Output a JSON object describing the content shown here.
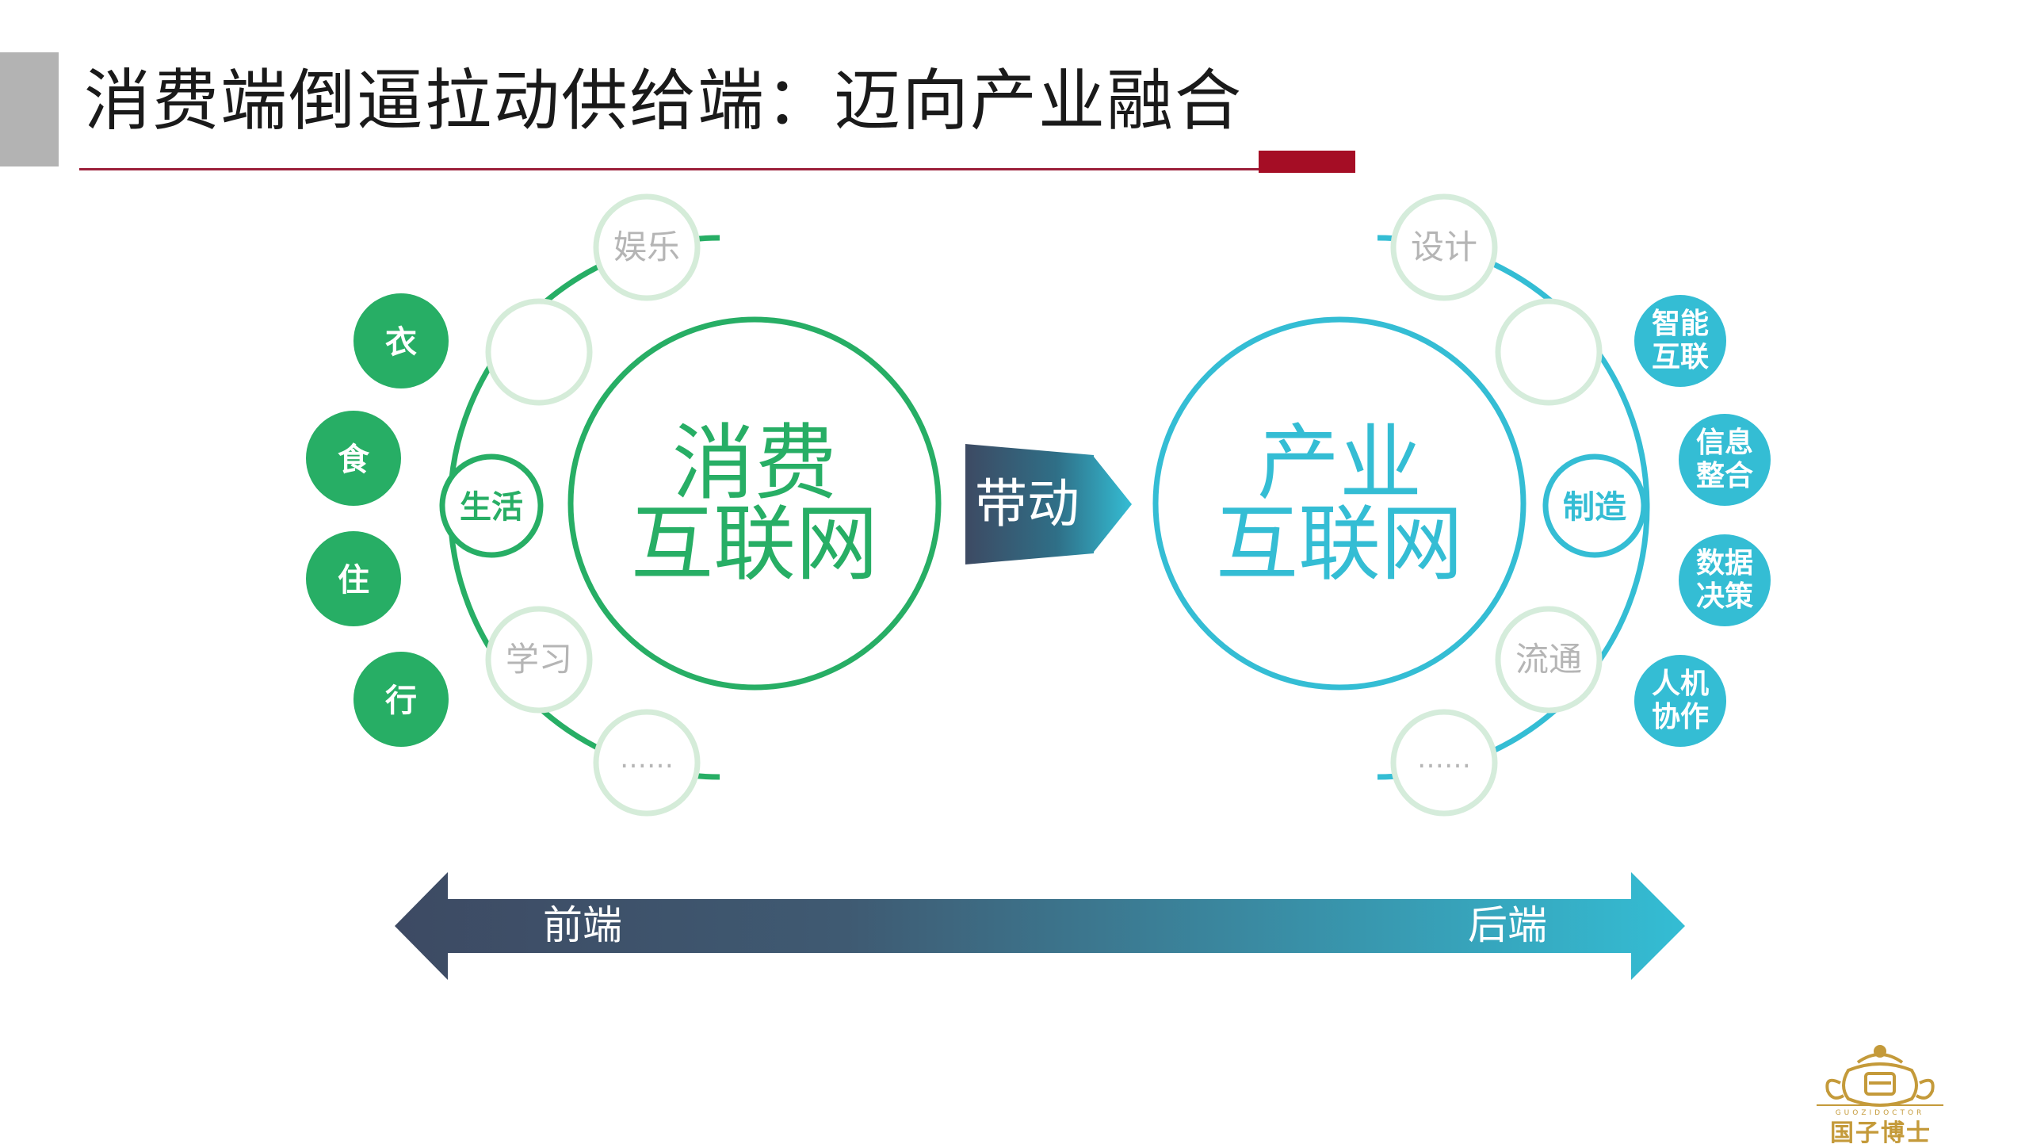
{
  "title": "消费端倒逼拉动供给端：迈向产业融合",
  "colors": {
    "green": "#27ae65",
    "green_light": "#d5ecd9",
    "teal": "#34bdd4",
    "teal_light": "#d5ecdb",
    "navy": "#3d4a63",
    "accent_red": "#a50d25",
    "title_bar_gray": "#b3b3b3"
  },
  "consumer": {
    "main_line1": "消费",
    "main_line2": "互联网",
    "node_main": "生活",
    "node_top": "娱乐",
    "node_mid_top": "",
    "node_mid_bottom": "学习",
    "node_bottom": "……",
    "basics": [
      "衣",
      "食",
      "住",
      "行"
    ]
  },
  "drive_label": "带动",
  "industry": {
    "main_line1": "产业",
    "main_line2": "互联网",
    "node_main": "制造",
    "node_top": "设计",
    "node_mid_top": "",
    "node_mid_bottom": "流通",
    "node_bottom": "……",
    "capabilities": [
      {
        "line1": "智能",
        "line2": "互联"
      },
      {
        "line1": "信息",
        "line2": "整合"
      },
      {
        "line1": "数据",
        "line2": "决策"
      },
      {
        "line1": "人机",
        "line2": "协作"
      }
    ]
  },
  "bottom_arrow": {
    "left_label": "前端",
    "right_label": "后端"
  },
  "logo": {
    "name": "国子博士",
    "subtext": "GUOZIDOCTOR"
  }
}
